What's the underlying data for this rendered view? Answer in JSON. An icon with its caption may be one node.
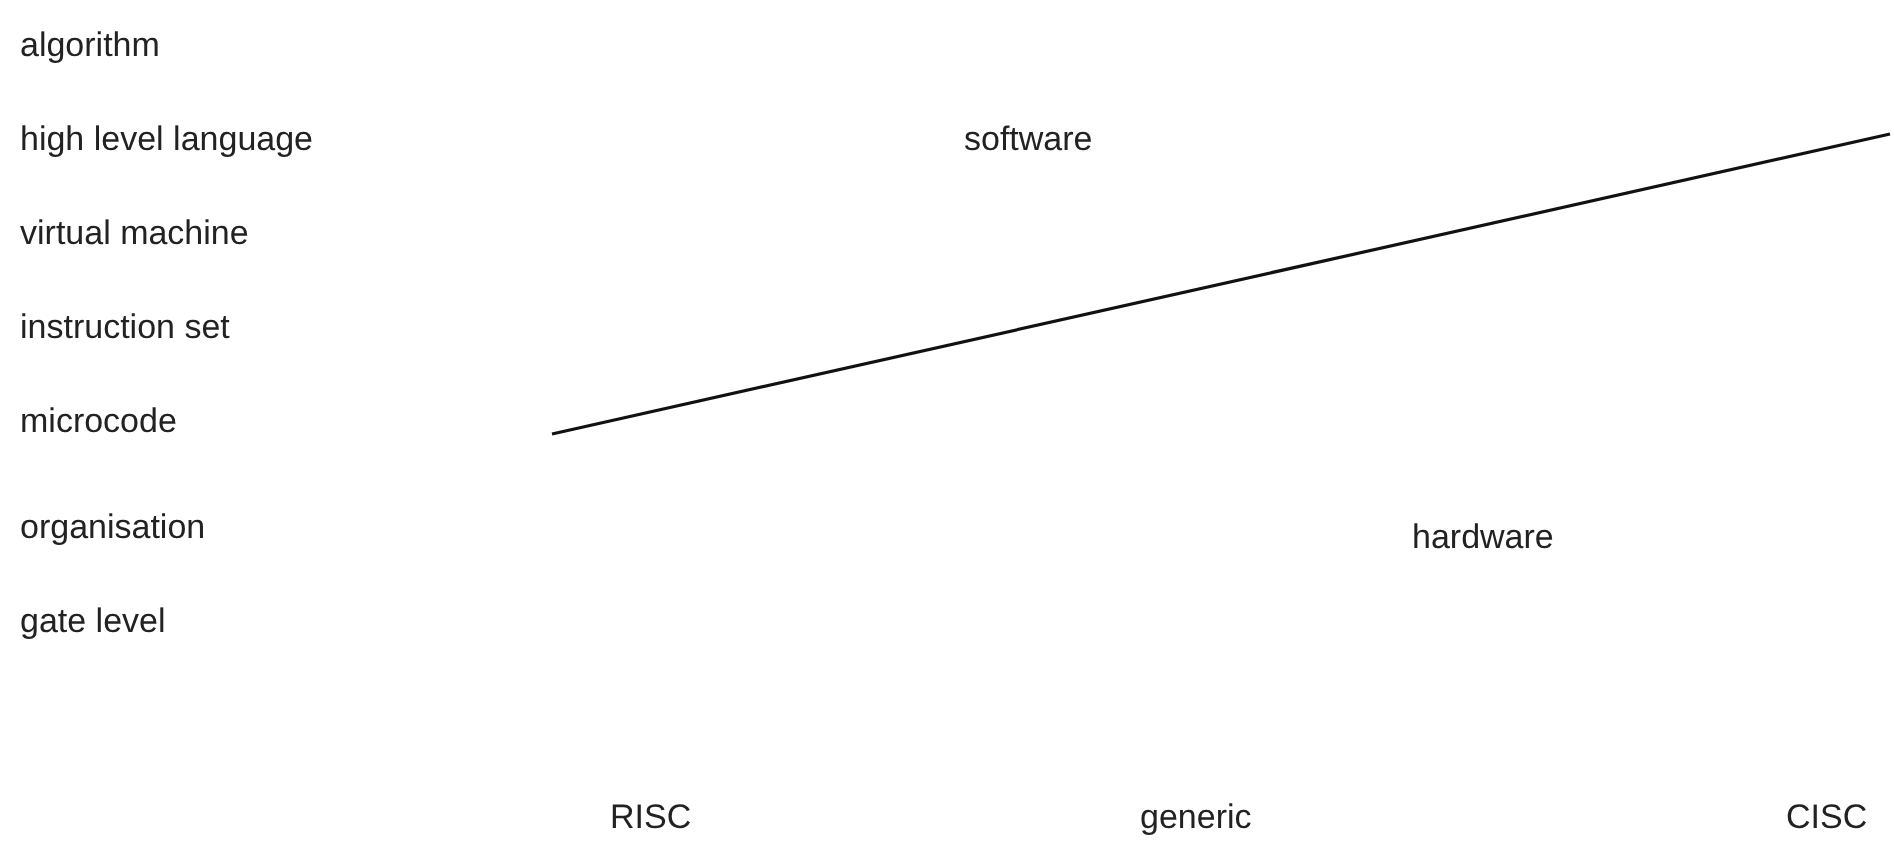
{
  "diagram": {
    "labels": [
      "algorithm",
      "high level language",
      "software",
      "virtual machine",
      "instruction set",
      "microcode",
      "organisation",
      "hardware",
      "gate level",
      "RISC",
      "generic",
      "CISC"
    ]
  }
}
